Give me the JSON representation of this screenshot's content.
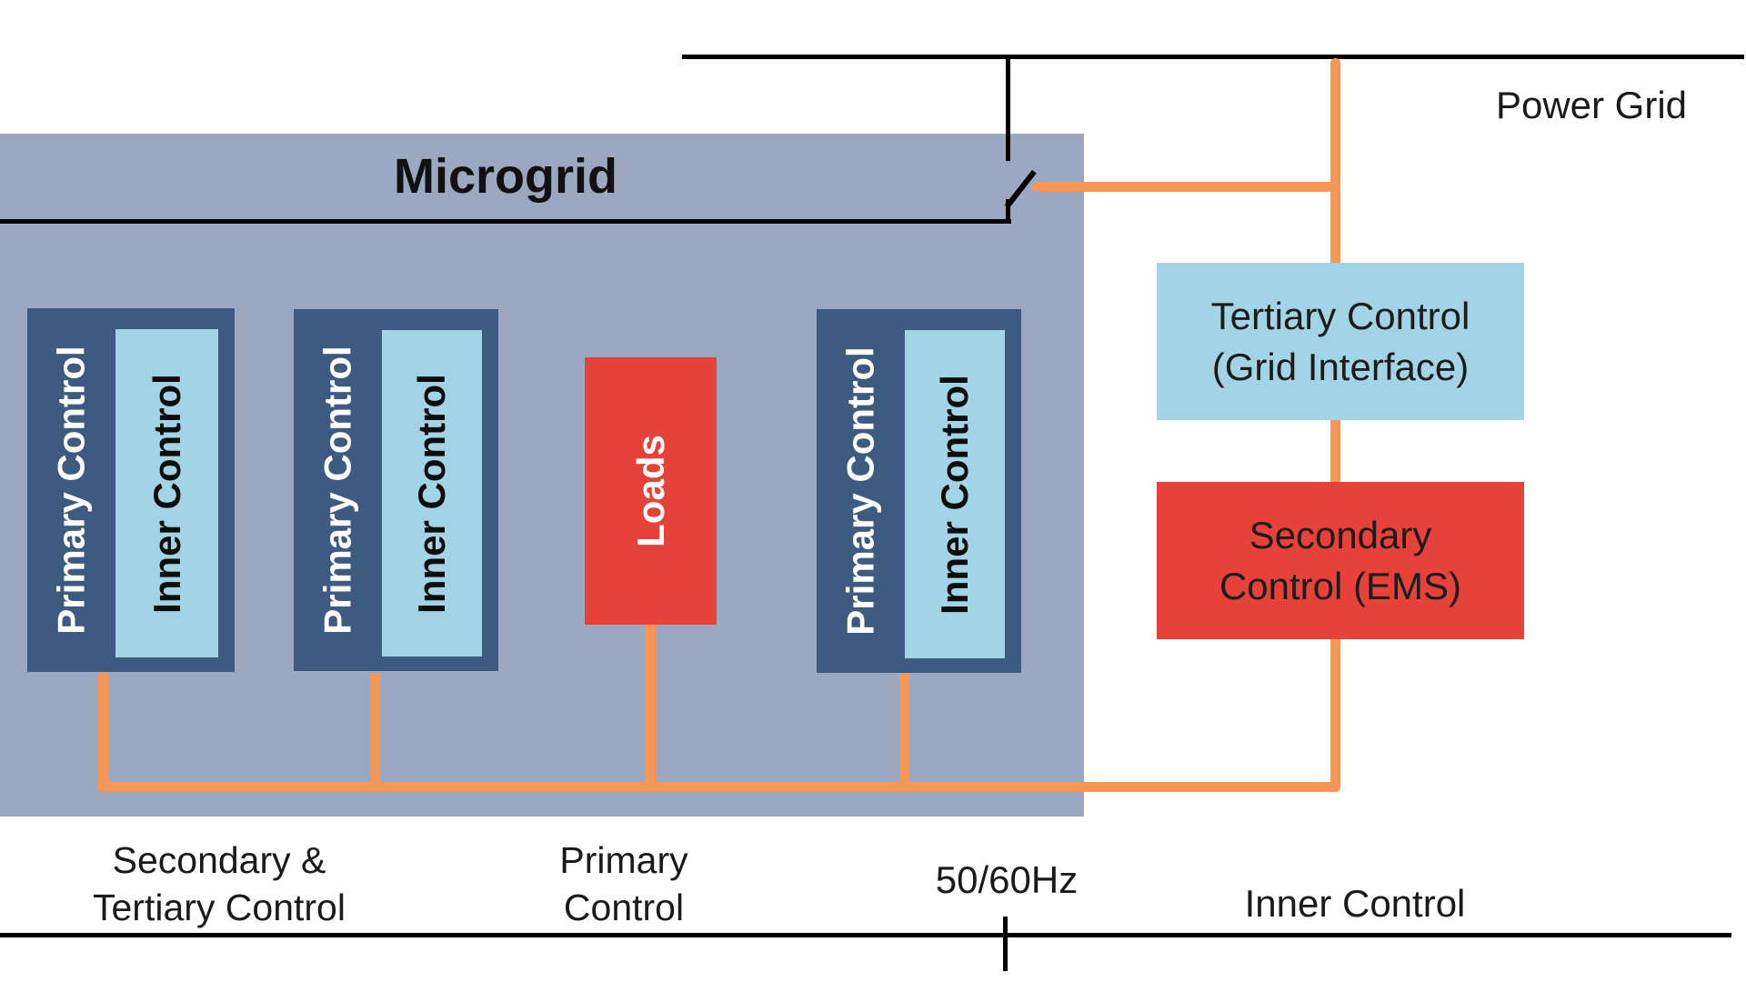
{
  "diagram": {
    "title": "Microgrid",
    "power_grid_label": "Power Grid",
    "der_units": [
      {
        "primary_label": "Primary Control",
        "inner_label": "Inner Control"
      },
      {
        "primary_label": "Primary Control",
        "inner_label": "Inner Control"
      },
      {
        "primary_label": "Primary Control",
        "inner_label": "Inner Control"
      }
    ],
    "loads_label": "Loads",
    "tertiary_box": {
      "line1": "Tertiary Control",
      "line2": "(Grid Interface)"
    },
    "secondary_box": {
      "line1": "Secondary",
      "line2": "Control (EMS)"
    },
    "bottom_labels": {
      "secondary_tertiary": {
        "line1": "Secondary &",
        "line2": "Tertiary Control"
      },
      "primary": {
        "line1": "Primary",
        "line2": "Control"
      },
      "frequency": "50/60Hz",
      "inner": "Inner Control"
    },
    "colors": {
      "panel": "#9CA8C2",
      "dark_blue": "#3D5A80",
      "light_blue": "#A3D4E5",
      "red": "#E6423A",
      "orange": "#F89755",
      "line": "#000000"
    }
  }
}
